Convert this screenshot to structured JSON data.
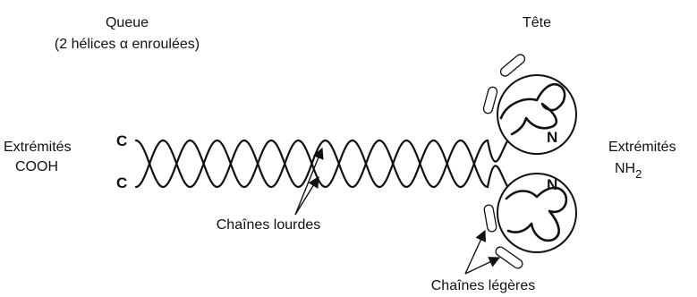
{
  "labels": {
    "tail_title": "Queue",
    "tail_subtitle": "(2 hélices α enroulées)",
    "head_title": "Tête",
    "cooh_line1": "Extrémités",
    "cooh_line2": "COOH",
    "nh2_line1": "Extrémités",
    "nh2_base": "NH",
    "nh2_sub": "2",
    "c_top": "C",
    "c_bottom": "C",
    "n_top": "N",
    "n_bottom": "N",
    "heavy_chains": "Chaînes lourdes",
    "light_chains": "Chaînes légères"
  }
}
